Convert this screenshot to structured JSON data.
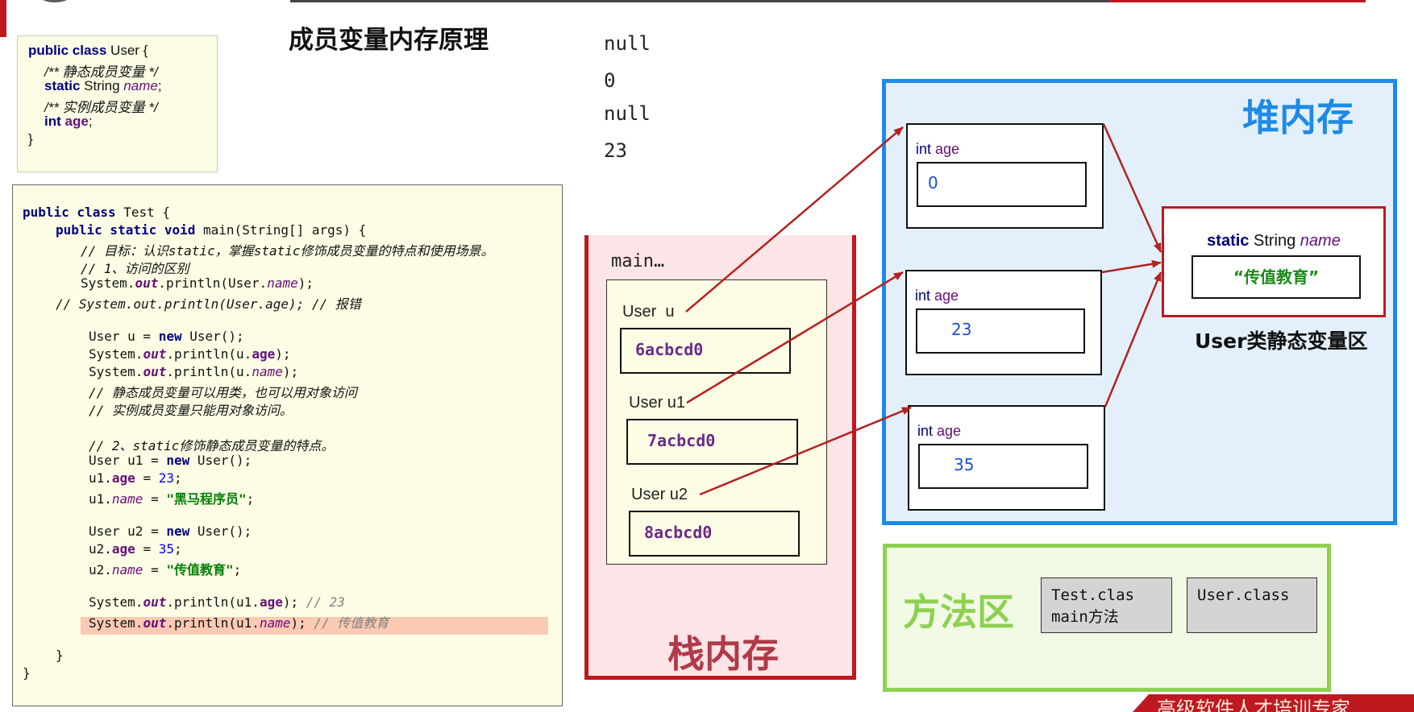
{
  "title": "成员变量内存原理",
  "user_class": {
    "l1": {
      "kw": "public class",
      "rest": " User {"
    },
    "l2": "/** 静态成员变量 */",
    "l3": {
      "kw": "static",
      "type": " String ",
      "field": "name",
      "end": ";"
    },
    "l4": "/** 实例成员变量 */",
    "l5": {
      "kw": "int",
      "field": "age",
      "end": ";"
    },
    "l6": "}"
  },
  "test_code": {
    "l1": {
      "kw": "public class",
      "rest": " Test {"
    },
    "l2": {
      "kw": "public static void",
      "rest": " main(String[] args) {"
    },
    "l3": "// 目标：认识static，掌握static修饰成员变量的特点和使用场景。",
    "l4": "// 1、访问的区别",
    "l5": {
      "a": "System.",
      "out": "out",
      "b": ".println(User.",
      "f": "name",
      "c": ");"
    },
    "l6": "// System.out.println(User.age); // 报错",
    "l7": {
      "a": "User u = ",
      "kw": "new",
      "b": " User();"
    },
    "l8": {
      "a": "System.",
      "out": "out",
      "b": ".println(u.",
      "f": "age",
      "c": ");"
    },
    "l9": {
      "a": "System.",
      "out": "out",
      "b": ".println(u.",
      "f": "name",
      "c": ");"
    },
    "l10": "// 静态成员变量可以用类，也可以用对象访问",
    "l11": "// 实例成员变量只能用对象访问。",
    "l12": "// 2、static修饰静态成员变量的特点。",
    "l13": {
      "a": "User u1 = ",
      "kw": "new",
      "b": " User();"
    },
    "l14": {
      "a": "u1.",
      "f": "age",
      "b": " = ",
      "n": "23",
      "c": ";"
    },
    "l15": {
      "a": "u1.",
      "f": "name",
      "b": " = ",
      "s": "\"黑马程序员\"",
      "c": ";"
    },
    "l16": {
      "a": "User u2 = ",
      "kw": "new",
      "b": " User();"
    },
    "l17": {
      "a": "u2.",
      "f": "age",
      "b": " = ",
      "n": "35",
      "c": ";"
    },
    "l18": {
      "a": "u2.",
      "f": "name",
      "b": " = ",
      "s": "\"传值教育\"",
      "c": ";"
    },
    "l19": {
      "a": "System.",
      "out": "out",
      "b": ".println(u1.",
      "f": "age",
      "c": "); ",
      "cm": "// 23"
    },
    "l20": {
      "a": "System.",
      "out": "out",
      "b": ".println(u1.",
      "f": "name",
      "c": "); ",
      "cm": "// 传值教育"
    },
    "l21": "}",
    "l22": "}"
  },
  "output": [
    "null",
    "0",
    "null",
    "23"
  ],
  "stack": {
    "label": "栈内存",
    "frame_label": "main…",
    "vars": [
      {
        "name": "User  u",
        "ref": "6acbcd0"
      },
      {
        "name": "User u1",
        "ref": "7acbcd0"
      },
      {
        "name": "User u2",
        "ref": "8acbcd0"
      }
    ]
  },
  "heap": {
    "label": "堆内存",
    "objects": [
      {
        "type": "int",
        "field": "age",
        "value": "0"
      },
      {
        "type": "int",
        "field": "age",
        "value": "23"
      },
      {
        "type": "int",
        "field": "age",
        "value": "35"
      }
    ],
    "static_area": {
      "kw": "static",
      "type": "String",
      "field": "name",
      "value": "“传值教育”",
      "caption": "User类静态变量区"
    }
  },
  "method_area": {
    "label": "方法区",
    "classes": [
      "Test.clas\nmain方法",
      "User.class"
    ]
  },
  "footer": "高级软件人才培训专家",
  "colors": {
    "stack_border": "#c0181f",
    "stack_label": "#b03a48",
    "heap_border": "#1e8ae6",
    "heap_label": "#1e8ae6",
    "method_border": "#8ed152",
    "method_label": "#8ed152",
    "arrow": "#b22222"
  }
}
